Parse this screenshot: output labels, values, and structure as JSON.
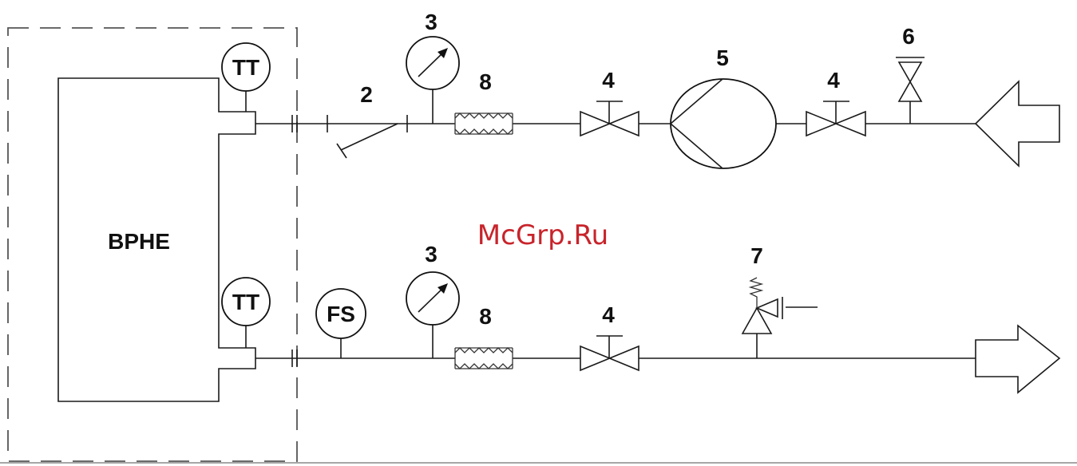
{
  "labels": {
    "bphe": "BPHE",
    "tt_top": "TT",
    "tt_bottom": "TT",
    "fs": "FS",
    "n2": "2",
    "n3_top": "3",
    "n3_bottom": "3",
    "n4_a": "4",
    "n4_b": "4",
    "n4_c": "4",
    "n5": "5",
    "n6": "6",
    "n7": "7",
    "n8_top": "8",
    "n8_bottom": "8"
  },
  "watermark": "McGrp.Ru",
  "colors": {
    "line": "#1a1a1a",
    "watermark": "#c8242b",
    "background": "#ffffff"
  }
}
